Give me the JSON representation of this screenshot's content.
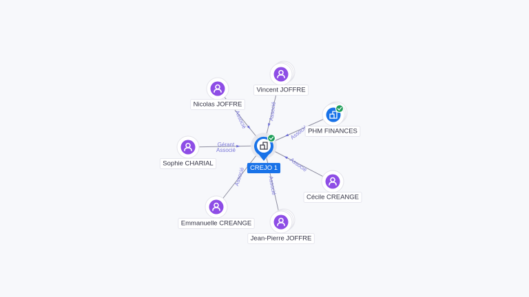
{
  "colors": {
    "person": "#8e4de6",
    "company": "#1872e8",
    "verified": "#1e9e5a",
    "edge": "#8e8ea0",
    "edge_label": "#7a77d9"
  },
  "center": {
    "label": "CREJO 1",
    "icon": "building-icon",
    "verified": true
  },
  "nodes": [
    {
      "id": "vincent",
      "label": "Vincent JOFFRE",
      "kind": "person",
      "icon": "person-icon",
      "stacked": true
    },
    {
      "id": "nicolas",
      "label": "Nicolas JOFFRE",
      "kind": "person",
      "icon": "person-icon",
      "stacked": false
    },
    {
      "id": "phm",
      "label": "PHM FINANCES",
      "kind": "company",
      "icon": "building-icon",
      "stacked": true,
      "verified": true
    },
    {
      "id": "sophie",
      "label": "Sophie CHARIAL",
      "kind": "person",
      "icon": "person-icon",
      "stacked": false
    },
    {
      "id": "cecile",
      "label": "Cécile CREANGE",
      "kind": "person",
      "icon": "person-icon",
      "stacked": false
    },
    {
      "id": "emmanuelle",
      "label": "Emmanuelle CREANGE",
      "kind": "person",
      "icon": "person-icon",
      "stacked": false
    },
    {
      "id": "jeanpierre",
      "label": "Jean-Pierre JOFFRE",
      "kind": "person",
      "icon": "person-icon",
      "stacked": true
    }
  ],
  "edges": [
    {
      "to": "vincent",
      "labels": [
        "Associé"
      ]
    },
    {
      "to": "nicolas",
      "labels": [
        "Associé"
      ]
    },
    {
      "to": "phm",
      "labels": [
        "Associé"
      ]
    },
    {
      "to": "sophie",
      "labels": [
        "Gérant",
        "Associé"
      ]
    },
    {
      "to": "cecile",
      "labels": [
        "Associé"
      ]
    },
    {
      "to": "emmanuelle",
      "labels": [
        "Associé"
      ]
    },
    {
      "to": "jeanpierre",
      "labels": [
        "Associé"
      ]
    }
  ]
}
